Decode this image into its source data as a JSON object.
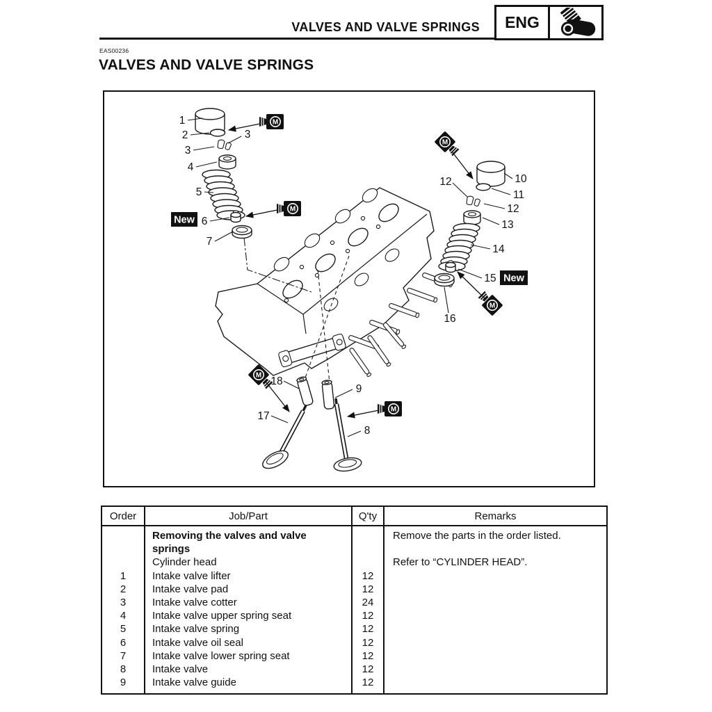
{
  "header": {
    "title": "VALVES AND VALVE SPRINGS",
    "eng_label": "ENG"
  },
  "section": {
    "code": "EAS00236",
    "heading": "VALVES AND VALVE SPRINGS"
  },
  "diagram": {
    "new_label": "New",
    "grease_letter": "M",
    "callouts": [
      "1",
      "2",
      "3",
      "3",
      "4",
      "5",
      "6",
      "7",
      "10",
      "12",
      "11",
      "12",
      "13",
      "14",
      "15",
      "16",
      "18",
      "9",
      "17",
      "8"
    ]
  },
  "table": {
    "headers": [
      "Order",
      "Job/Part",
      "Q'ty",
      "Remarks"
    ],
    "intro": {
      "job_heading": "Removing the valves and valve springs",
      "job_item": "Cylinder head",
      "remark_1": "Remove the parts in the order listed.",
      "remark_2": "Refer to “CYLINDER HEAD”."
    },
    "rows": [
      {
        "order": "1",
        "part": "Intake valve lifter",
        "qty": "12"
      },
      {
        "order": "2",
        "part": "Intake valve pad",
        "qty": "12"
      },
      {
        "order": "3",
        "part": "Intake valve cotter",
        "qty": "24"
      },
      {
        "order": "4",
        "part": "Intake valve upper spring seat",
        "qty": "12"
      },
      {
        "order": "5",
        "part": "Intake valve spring",
        "qty": "12"
      },
      {
        "order": "6",
        "part": "Intake valve oil seal",
        "qty": "12"
      },
      {
        "order": "7",
        "part": "Intake valve lower spring seat",
        "qty": "12"
      },
      {
        "order": "8",
        "part": "Intake valve",
        "qty": "12"
      },
      {
        "order": "9",
        "part": "Intake valve guide",
        "qty": "12"
      }
    ]
  }
}
